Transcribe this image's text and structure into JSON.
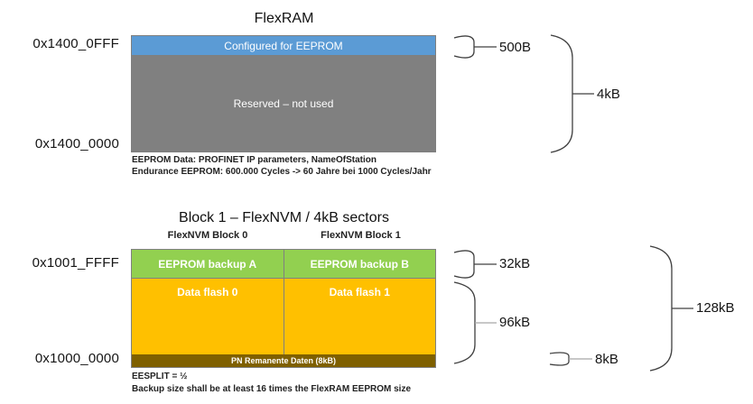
{
  "flexram": {
    "title": "FlexRAM",
    "addr_top": "0x1400_0FFF",
    "addr_bottom": "0x1400_0000",
    "regions": {
      "eeprom": "Configured for EEPROM",
      "reserved": "Reserved – not used"
    },
    "notes": [
      "EEPROM Data: PROFINET IP parameters, NameOfStation",
      "Endurance EEPROM: 600.000 Cycles -> 60 Jahre bei 1000 Cycles/Jahr"
    ],
    "sizes": {
      "eeprom": "500B",
      "total": "4kB"
    }
  },
  "flexnvm": {
    "title": "Block 1 – FlexNVM / 4kB sectors",
    "block0_label": "FlexNVM Block 0",
    "block1_label": "FlexNVM Block 1",
    "addr_top": "0x1001_FFFF",
    "addr_bottom": "0x1000_0000",
    "regions": {
      "backup_a": "EEPROM backup A",
      "backup_b": "EEPROM backup B",
      "data0": "Data flash 0",
      "data1": "Data flash 1",
      "pn": "PN Remanente Daten (8kB)"
    },
    "notes": [
      "EESPLIT = ½",
      "Backup size shall be at least 16 times the FlexRAM EEPROM size"
    ],
    "sizes": {
      "backup": "32kB",
      "data": "96kB",
      "pn": "8kB",
      "total": "128kB"
    }
  },
  "colors": {
    "eeprom_blue": "#5B9BD5",
    "reserved_gray": "#808080",
    "backup_green": "#92D050",
    "data_orange": "#FFC000",
    "pn_olive": "#7F6000",
    "border_gray": "#808080"
  }
}
